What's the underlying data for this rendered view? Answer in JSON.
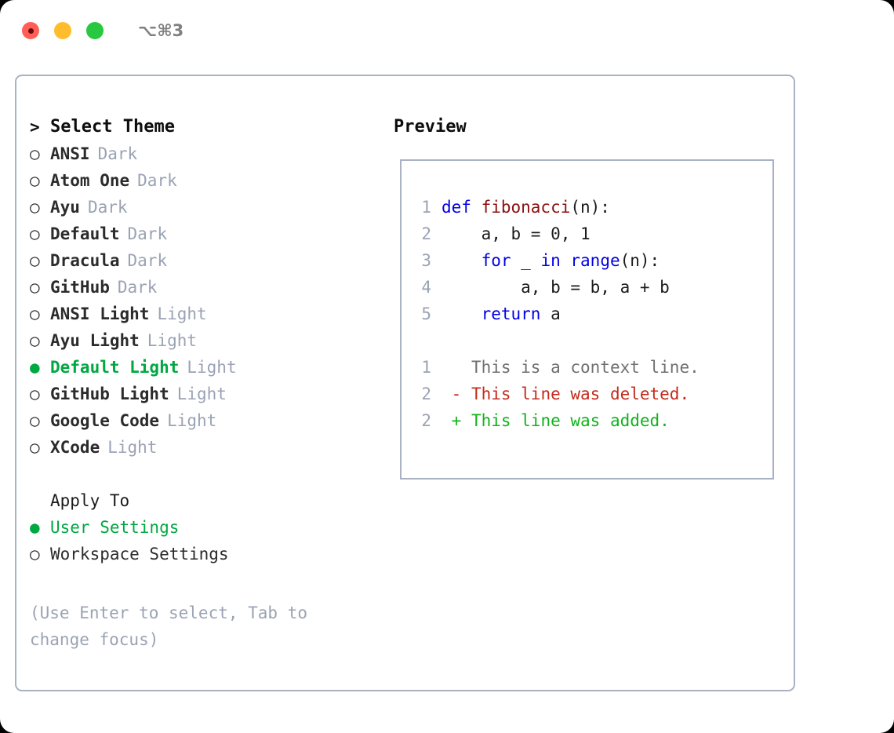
{
  "window": {
    "shortcut": "⌥⌘3",
    "traffic_lights": [
      {
        "name": "close-button",
        "color": "#ff5f57"
      },
      {
        "name": "minimize-button",
        "color": "#ffbd2e"
      },
      {
        "name": "maximize-button",
        "color": "#28c840"
      }
    ]
  },
  "colors": {
    "accent_green": "#00a841",
    "muted": "#9aa3b4",
    "border": "#a9b2c3",
    "keyword_blue": "#0000e6",
    "function_red": "#8b0f10",
    "diff_removed": "#c42b1c",
    "diff_added": "#12b21a"
  },
  "theme_picker": {
    "caret": ">",
    "heading": "Select Theme",
    "marker_unselected": "○",
    "marker_selected": "●",
    "items": [
      {
        "name": "ANSI",
        "kind": "Dark",
        "selected": false
      },
      {
        "name": "Atom One",
        "kind": "Dark",
        "selected": false
      },
      {
        "name": "Ayu",
        "kind": "Dark",
        "selected": false
      },
      {
        "name": "Default",
        "kind": "Dark",
        "selected": false
      },
      {
        "name": "Dracula",
        "kind": "Dark",
        "selected": false
      },
      {
        "name": "GitHub",
        "kind": "Dark",
        "selected": false
      },
      {
        "name": "ANSI Light",
        "kind": "Light",
        "selected": false
      },
      {
        "name": "Ayu Light",
        "kind": "Light",
        "selected": false
      },
      {
        "name": "Default Light",
        "kind": "Light",
        "selected": true
      },
      {
        "name": "GitHub Light",
        "kind": "Light",
        "selected": false
      },
      {
        "name": "Google Code",
        "kind": "Light",
        "selected": false
      },
      {
        "name": "XCode",
        "kind": "Light",
        "selected": false
      }
    ]
  },
  "apply_to": {
    "heading": "Apply To",
    "options": [
      {
        "label": "User Settings",
        "selected": true
      },
      {
        "label": "Workspace Settings",
        "selected": false
      }
    ]
  },
  "hint": "(Use Enter to select, Tab to change focus)",
  "preview": {
    "title": "Preview",
    "code_lines": [
      {
        "num": "1",
        "tokens": [
          {
            "t": "def ",
            "c": "kw"
          },
          {
            "t": "fibonacci",
            "c": "fn"
          },
          {
            "t": "(n):",
            "c": "pl"
          }
        ]
      },
      {
        "num": "2",
        "tokens": [
          {
            "t": "    a, b = 0, 1",
            "c": "pl"
          }
        ]
      },
      {
        "num": "3",
        "tokens": [
          {
            "t": "    ",
            "c": "pl"
          },
          {
            "t": "for",
            "c": "kw"
          },
          {
            "t": " _ ",
            "c": "pl"
          },
          {
            "t": "in ",
            "c": "kw"
          },
          {
            "t": "range",
            "c": "kw"
          },
          {
            "t": "(n):",
            "c": "pl"
          }
        ]
      },
      {
        "num": "4",
        "tokens": [
          {
            "t": "        a, b = b, a + b",
            "c": "pl"
          }
        ]
      },
      {
        "num": "5",
        "tokens": [
          {
            "t": "    ",
            "c": "pl"
          },
          {
            "t": "return",
            "c": "kw"
          },
          {
            "t": " a",
            "c": "pl"
          }
        ]
      }
    ],
    "diff_lines": [
      {
        "num": "1",
        "sign": " ",
        "text": "This is a context line.",
        "kind": "ctx"
      },
      {
        "num": "2",
        "sign": "-",
        "text": "This line was deleted.",
        "kind": "del"
      },
      {
        "num": "2",
        "sign": "+",
        "text": "This line was added.",
        "kind": "add"
      }
    ]
  }
}
